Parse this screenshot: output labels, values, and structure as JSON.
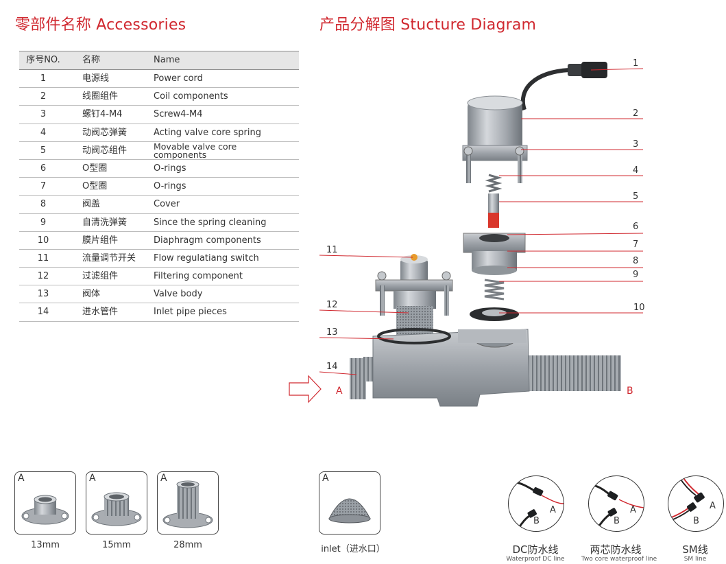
{
  "headings": {
    "accessories_cn": "零部件名称",
    "accessories_en": "Accessories",
    "diagram_cn": "产品分解图",
    "diagram_en": "Stucture Diagram"
  },
  "table": {
    "headers": [
      "序号NO.",
      "名称",
      "Name"
    ],
    "rows": [
      {
        "no": "1",
        "cn": "电源线",
        "en": "Power cord"
      },
      {
        "no": "2",
        "cn": "线圈组件",
        "en": "Coil components"
      },
      {
        "no": "3",
        "cn": "螺钉4-M4",
        "en": "Screw4-M4"
      },
      {
        "no": "4",
        "cn": "动阀芯弹簧",
        "en": "Acting valve core spring"
      },
      {
        "no": "5",
        "cn": "动阀芯组件",
        "en": "Movable valve core components"
      },
      {
        "no": "6",
        "cn": "O型圈",
        "en": "O-rings"
      },
      {
        "no": "7",
        "cn": "O型圈",
        "en": "O-rings"
      },
      {
        "no": "8",
        "cn": "阀盖",
        "en": "Cover"
      },
      {
        "no": "9",
        "cn": "自清洗弹簧",
        "en": "Since the spring cleaning"
      },
      {
        "no": "10",
        "cn": "膜片组件",
        "en": "Diaphragm components"
      },
      {
        "no": "11",
        "cn": "流量调节开关",
        "en": "Flow regulatiang switch"
      },
      {
        "no": "12",
        "cn": "过滤组件",
        "en": "Filtering component"
      },
      {
        "no": "13",
        "cn": "阀体",
        "en": "Valve body"
      },
      {
        "no": "14",
        "cn": "进水管件",
        "en": "Inlet pipe pieces"
      }
    ]
  },
  "diagram": {
    "right_callouts": [
      "1",
      "2",
      "3",
      "4",
      "5",
      "6",
      "7",
      "8",
      "9",
      "10"
    ],
    "left_callouts": [
      "11",
      "12",
      "13",
      "14"
    ],
    "port_a": "A",
    "port_b": "B"
  },
  "accessories": [
    {
      "label": "A",
      "caption": "13mm"
    },
    {
      "label": "A",
      "caption": "15mm"
    },
    {
      "label": "A",
      "caption": "28mm"
    },
    {
      "label": "A",
      "caption": "inlet（进水口）"
    }
  ],
  "cables": [
    {
      "a": "A",
      "b": "B",
      "cn": "DC防水线",
      "en": "Waterproof DC line"
    },
    {
      "a": "A",
      "b": "B",
      "cn": "两芯防水线",
      "en": "Two core waterproof line"
    },
    {
      "a": "A",
      "b": "B",
      "cn": "SM线",
      "en": "SM line"
    }
  ],
  "colors": {
    "accent": "#d0282f",
    "text": "#333333",
    "metal": "#a9adb2"
  }
}
